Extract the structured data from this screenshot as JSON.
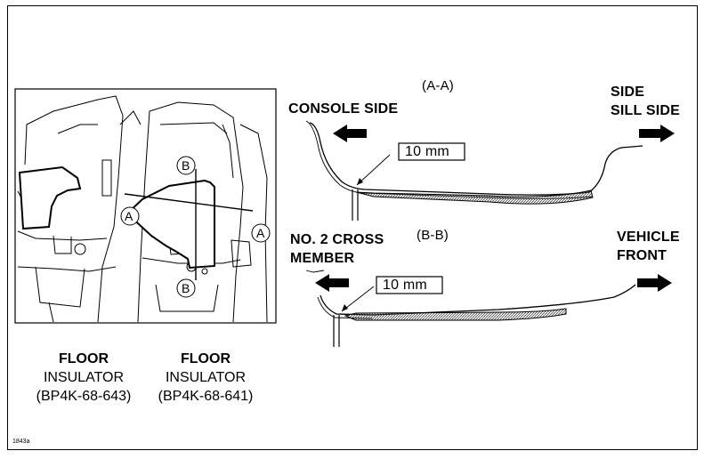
{
  "figure": {
    "section_a": "(A-A)",
    "section_b": "(B-B)",
    "console_side": "CONSOLE SIDE",
    "side_sill_line1": "SIDE",
    "side_sill_line2": "SILL SIDE",
    "cross_member_line1": "NO. 2 CROSS",
    "cross_member_line2": "MEMBER",
    "vehicle_front_line1": "VEHICLE",
    "vehicle_front_line2": "FRONT",
    "dim_a": "10 mm",
    "dim_b": "10 mm",
    "marker_a": "A",
    "marker_b": "B"
  },
  "captions": {
    "left": {
      "line1": "FLOOR",
      "line2": "INSULATOR",
      "line3": "(BP4K-68-643)"
    },
    "right": {
      "line1": "FLOOR",
      "line2": "INSULATOR",
      "line3": "(BP4K-68-641)"
    }
  },
  "figure_ref": "1843a",
  "colors": {
    "line": "#000000",
    "fill": "#ffffff",
    "hatch": "#444444"
  }
}
